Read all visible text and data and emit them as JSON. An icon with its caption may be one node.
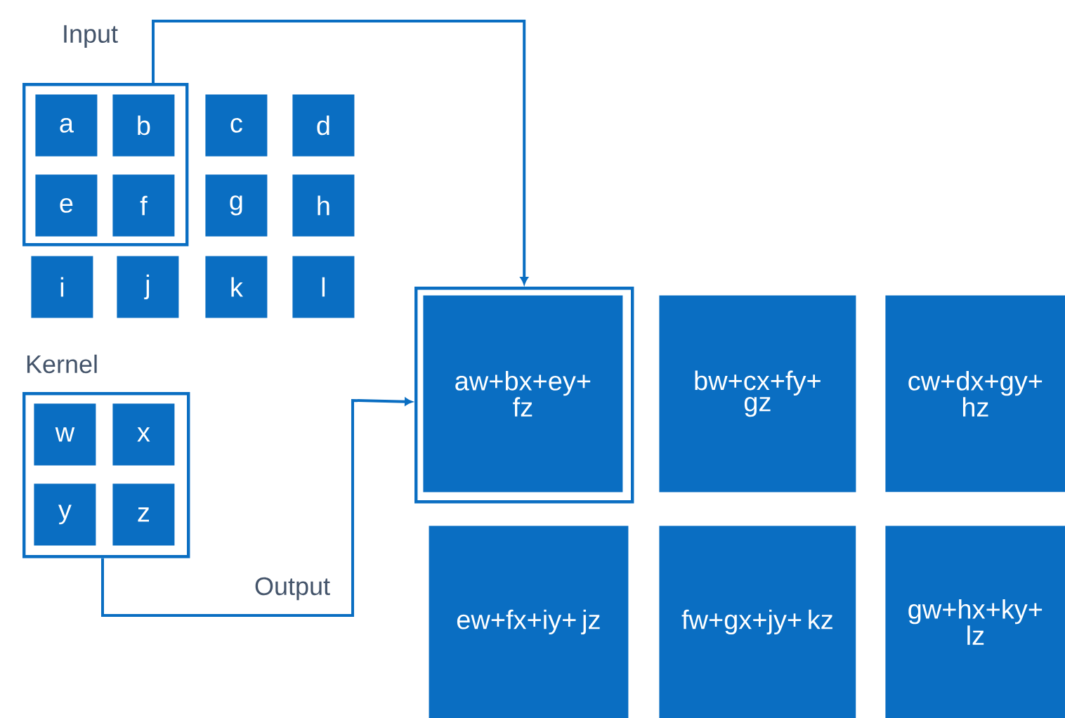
{
  "diagram": {
    "nodes": [
      {
        "text": [],
        "shape": "box"
      },
      {
        "text": [
          "a"
        ],
        "in": 0
      },
      {
        "text": [
          "b"
        ],
        "in": 0
      },
      {
        "text": [
          "c"
        ]
      },
      {
        "text": [
          "d"
        ]
      },
      {
        "text": [
          "e"
        ],
        "in": 0
      },
      {
        "text": [
          "f"
        ],
        "in": 0
      },
      {
        "text": [
          "g"
        ]
      },
      {
        "text": [
          "h"
        ]
      },
      {
        "text": [
          "i"
        ]
      },
      {
        "text": [
          "j"
        ]
      },
      {
        "text": [
          "k"
        ]
      },
      {
        "text": [
          "l"
        ]
      },
      {
        "text": [],
        "shape": "box"
      },
      {
        "text": [
          "w"
        ],
        "in": 13
      },
      {
        "text": [
          "x"
        ],
        "in": 13
      },
      {
        "text": [
          "y"
        ],
        "in": 13
      },
      {
        "text": [
          "z"
        ],
        "in": 13
      },
      {
        "text": [],
        "shape": "box"
      },
      {
        "text": [
          "aw+bx+ey+ fz"
        ],
        "in": 18
      },
      {
        "text": [
          "bw+cx+fy+ gz"
        ]
      },
      {
        "text": [
          "cw+dx+gy+ hz"
        ]
      },
      {
        "text": [
          "ew+fx+iy+ jz"
        ]
      },
      {
        "text": [
          "fw+gx+jy+ kz"
        ]
      },
      {
        "text": [
          "gw+hx+ky+ lz"
        ]
      }
    ],
    "edges": [
      {
        "from": 0,
        "to": 18,
        "arrow": "to"
      },
      {
        "from": 13,
        "to": 18,
        "arrow": "to",
        "label": "Output"
      }
    ],
    "labels": [
      "Input",
      "Kernel"
    ]
  }
}
